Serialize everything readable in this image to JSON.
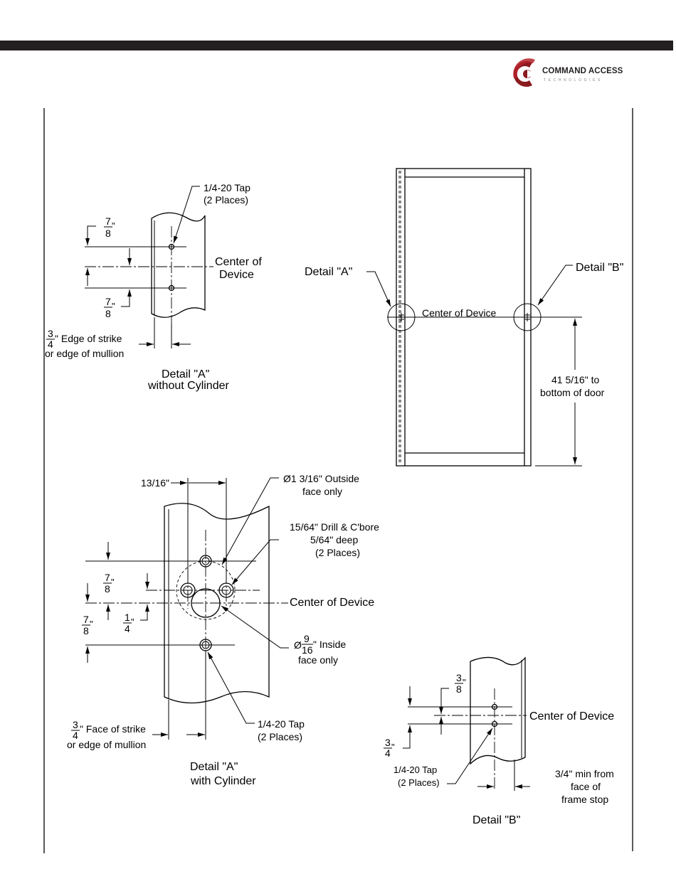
{
  "brand": {
    "name": "COMMAND ACCESS",
    "subtitle": "TECHNOLOGIES",
    "colors": {
      "bar": "#231f20",
      "logo": "#8b1a1f"
    }
  },
  "detail_a_no_cyl": {
    "title_line1": "Detail \"A\"",
    "title_line2": "without Cylinder",
    "tap_line1": "1/4-20 Tap",
    "tap_line2": "(2 Places)",
    "center_line1": "Center of",
    "center_line2": "Device",
    "upper_frac_num": "7",
    "upper_frac_den": "8",
    "lower_frac_num": "7",
    "lower_frac_den": "8",
    "inch": "\"",
    "edge_frac_num": "3",
    "edge_frac_den": "4",
    "edge_line1": "\" Edge of strike",
    "edge_line2": "or edge of mullion"
  },
  "door": {
    "detail_a_label": "Detail \"A\"",
    "detail_b_label": "Detail \"B\"",
    "center_label": "Center of Device",
    "height_line1": "41 5/16\" to",
    "height_line2": "bottom of door"
  },
  "detail_a_cyl": {
    "title_line1": "Detail \"A\"",
    "title_line2": "with Cylinder",
    "width_label": "13/16\"",
    "outside_line1": "Ø1 3/16\" Outside",
    "outside_line2": "face only",
    "drill_line1": "15/64\" Drill & C'bore",
    "drill_line2": "5/64\" deep",
    "drill_line3": "(2 Places)",
    "center_label": "Center of Device",
    "inside_prefix": "Ø",
    "inside_num": "9",
    "inside_den": "16",
    "inside_suffix": "\" Inside",
    "inside_line2": "face only",
    "tap_line1": "1/4-20 Tap",
    "tap_line2": "(2 Places)",
    "upper_frac_num": "7",
    "upper_frac_den": "8",
    "lower_frac_num": "7",
    "lower_frac_den": "8",
    "quarter_num": "1",
    "quarter_den": "4",
    "inch": "\"",
    "face_frac_num": "3",
    "face_frac_den": "4",
    "face_line1": "\" Face of strike",
    "face_line2": "or edge of mullion"
  },
  "detail_b": {
    "title": "Detail \"B\"",
    "center_label": "Center of Device",
    "upper_frac_num": "3",
    "upper_frac_den": "8",
    "lower_frac_num": "3",
    "lower_frac_den": "4",
    "inch": "\"",
    "tap_line1": "1/4-20 Tap",
    "tap_line2": "(2 Places)",
    "min_line1": "3/4\" min from",
    "min_line2": "face of",
    "min_line3": "frame stop"
  }
}
